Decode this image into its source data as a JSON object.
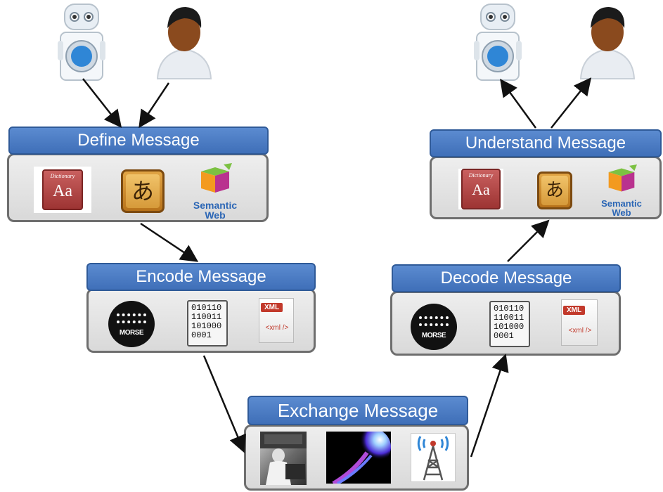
{
  "stages": {
    "define": "Define Message",
    "encode": "Encode Message",
    "exchange": "Exchange Message",
    "decode": "Decode Message",
    "understand": "Understand Message"
  },
  "icons": {
    "dictionary_word": "Dictionary",
    "dictionary_letters": "Aa",
    "kana": "あ",
    "semantic_web_1": "Semantic",
    "semantic_web_2": "Web",
    "morse_label": "MORSE",
    "binary_lines": [
      "010110",
      "110011",
      "101000",
      "0001"
    ],
    "xml_badge": "XML",
    "xml_tag": "<xml />"
  },
  "colors": {
    "title_blue": "#4a7cc4",
    "panel_border": "#6e6e6e",
    "arrow": "#111111"
  }
}
